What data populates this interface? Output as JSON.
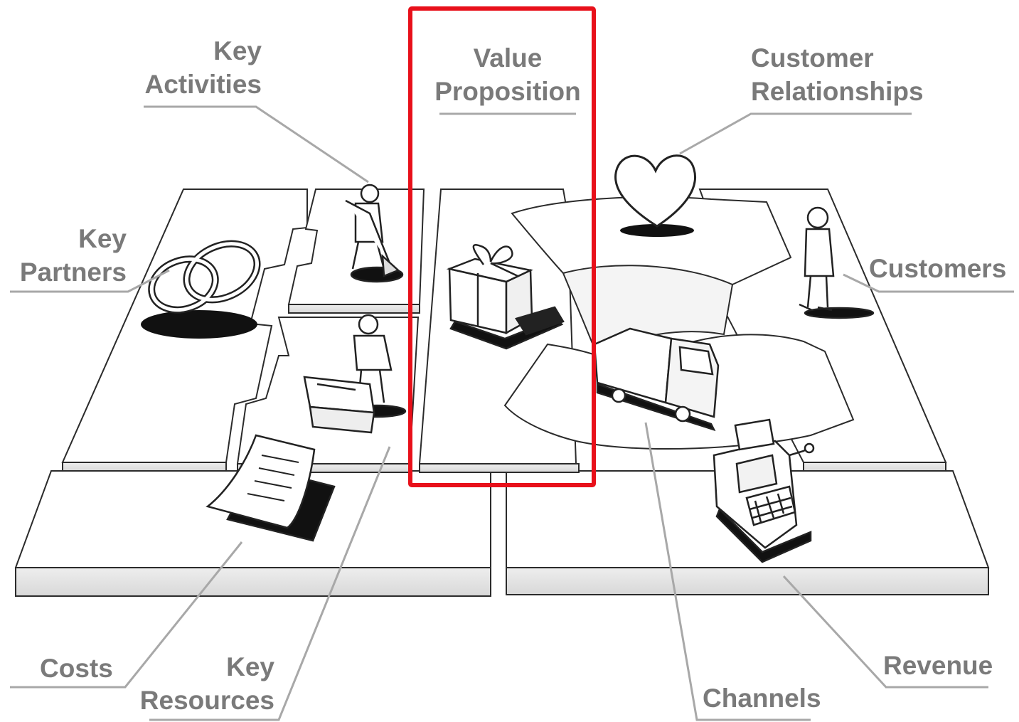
{
  "labels": {
    "key_activities": [
      "Key",
      "Activities"
    ],
    "value_proposition": [
      "Value",
      "Proposition"
    ],
    "customer_relationships": [
      "Customer",
      "Relationships"
    ],
    "key_partners": [
      "Key",
      "Partners"
    ],
    "customers": "Customers",
    "costs": "Costs",
    "key_resources": [
      "Key",
      "Resources"
    ],
    "channels": "Channels",
    "revenue": "Revenue"
  },
  "colors": {
    "label_text": "#7a7a7a",
    "leader_line": "#a8a8a8",
    "board_stroke": "#2b2b2b",
    "board_side": "#e6e6e6",
    "highlight": "#e8101a"
  },
  "icons": {
    "key_partners": "interlocked-rings-icon",
    "key_activities": "person-digging-icon",
    "key_resources": "person-with-machine-icon",
    "value_proposition": "gift-box-icon",
    "customer_relationships": "heart-icon",
    "channels": "delivery-truck-icon",
    "customers": "standing-person-icon",
    "revenue": "cash-register-icon",
    "costs": "document-icon"
  }
}
